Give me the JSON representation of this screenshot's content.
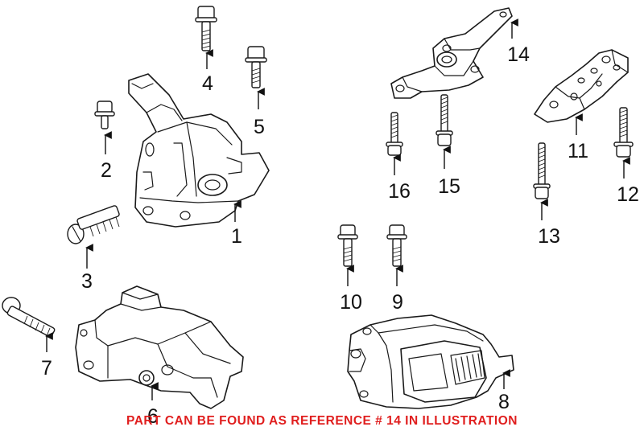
{
  "callouts": [
    "1",
    "2",
    "3",
    "4",
    "5",
    "6",
    "7",
    "8",
    "9",
    "10",
    "11",
    "12",
    "13",
    "14",
    "15",
    "16"
  ],
  "note": "PART CAN BE FOUND AS REFERENCE # 14 IN ILLUSTRATION",
  "colors": {
    "note": "#e01e1e",
    "line": "#1a1a1a"
  }
}
